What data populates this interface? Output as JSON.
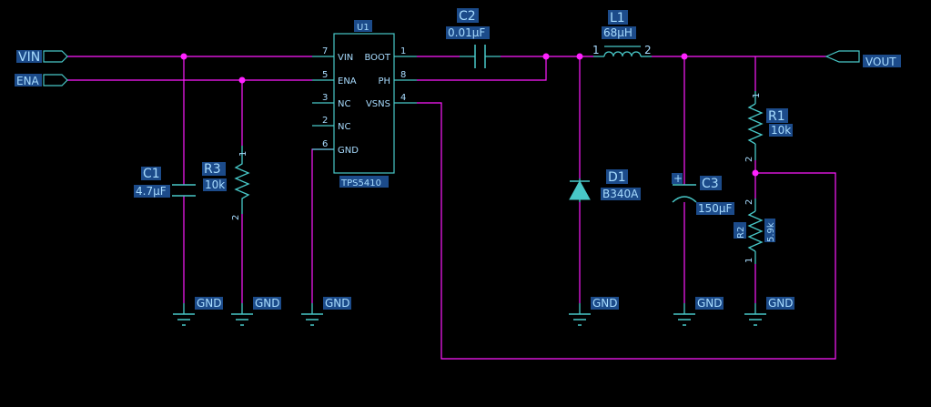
{
  "colors": {
    "background": "#000000",
    "wire": "#ff1aff",
    "component": "#48c8c8",
    "text": "#a8dcff",
    "highlight": "#1c4b8a",
    "junction": "#ff22ff"
  },
  "ports": {
    "vin": "VIN",
    "ena": "ENA",
    "vout": "VOUT"
  },
  "ic": {
    "ref": "U1",
    "part": "TPS5410",
    "pins": {
      "vin": {
        "num": "7",
        "name": "VIN"
      },
      "ena": {
        "num": "5",
        "name": "ENA"
      },
      "nc1": {
        "num": "3",
        "name": "NC"
      },
      "nc2": {
        "num": "2",
        "name": "NC"
      },
      "gnd": {
        "num": "6",
        "name": "GND"
      },
      "boot": {
        "num": "1",
        "name": "BOOT"
      },
      "ph": {
        "num": "8",
        "name": "PH"
      },
      "vsns": {
        "num": "4",
        "name": "VSNS"
      }
    }
  },
  "components": {
    "c1": {
      "ref": "C1",
      "value": "4.7µF"
    },
    "r3": {
      "ref": "R3",
      "value": "10k",
      "pin1": "1",
      "pin2": "2"
    },
    "c2": {
      "ref": "C2",
      "value": "0.01µF"
    },
    "l1": {
      "ref": "L1",
      "value": "68µH",
      "pin1": "1",
      "pin2": "2"
    },
    "d1": {
      "ref": "D1",
      "value": "B340A"
    },
    "c3": {
      "ref": "C3",
      "value": "150µF",
      "polarity": "+"
    },
    "r1": {
      "ref": "R1",
      "value": "10k",
      "pin1": "1",
      "pin2": "2"
    },
    "r2": {
      "ref": "R2",
      "value": "5.9k",
      "pin1": "1",
      "pin2": "2"
    }
  },
  "grounds": [
    "GND",
    "GND",
    "GND",
    "GND",
    "GND",
    "GND"
  ]
}
